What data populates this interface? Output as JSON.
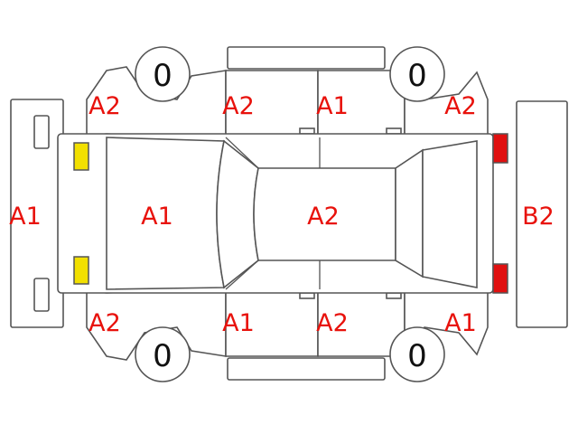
{
  "colors": {
    "line": "#555555",
    "code": "#e8120c",
    "front_lamp": "#f2e000",
    "rear_lamp": "#e01010",
    "tire_text": "#111111"
  },
  "tires": {
    "front_left": "0",
    "rear_left": "0",
    "front_right": "0",
    "rear_right": "0"
  },
  "codes": {
    "front_bumper": "A1",
    "bonnet": "A1",
    "roof": "A2",
    "rear_bumper": "B2",
    "top_front_fender": "A2",
    "top_front_door": "A2",
    "top_rear_door": "A1",
    "top_rear_fender": "A2",
    "bottom_front_fender": "A2",
    "bottom_front_door": "A1",
    "bottom_rear_door": "A2",
    "bottom_rear_fender": "A1"
  }
}
